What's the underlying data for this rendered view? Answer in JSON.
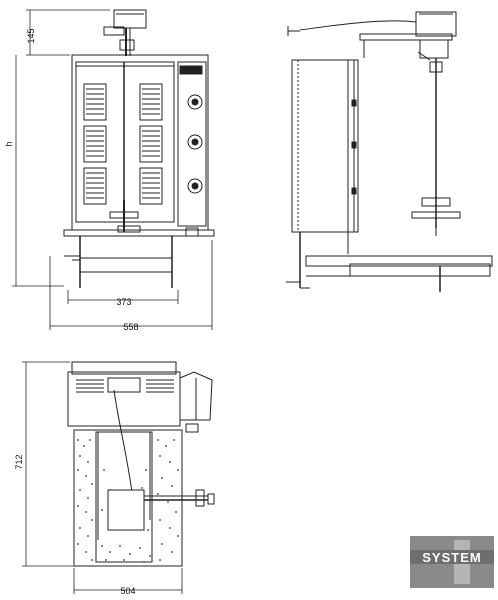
{
  "dimensions": {
    "top_height": "145",
    "height": "h",
    "inner_width": "373",
    "outer_width": "558",
    "total_height": "712",
    "base_width": "504"
  },
  "logo": {
    "text": "SYSTEM"
  },
  "colors": {
    "line": "#222222",
    "logo_bg": "#8a8a8a",
    "logo_fg": "#ffffff"
  }
}
